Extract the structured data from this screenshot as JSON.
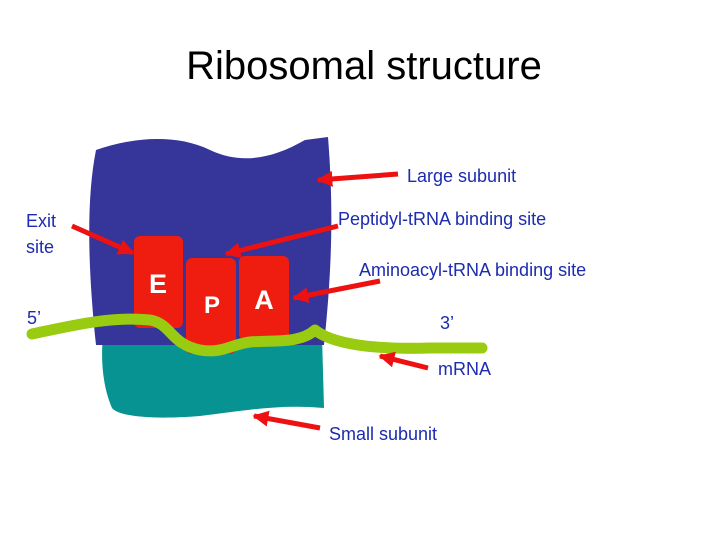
{
  "title": "Ribosomal structure",
  "labels": {
    "large_subunit": "Large subunit",
    "exit_site": "Exit site",
    "peptidyl_site": "Peptidyl-tRNA binding site",
    "aminoacyl_site": "Aminoacyl-tRNA binding site",
    "five_prime": "5’",
    "three_prime": "3’",
    "mrna": "mRNA",
    "small_subunit": "Small subunit"
  },
  "sites": {
    "e": "E",
    "p": "P",
    "a": "A"
  },
  "colors": {
    "large_subunit": "#35359a",
    "small_subunit": "#069391",
    "mrna": "#99cc11",
    "sites": "#ef1c10",
    "arrows": "#ee1111",
    "label_text": "#1c2bb0"
  }
}
